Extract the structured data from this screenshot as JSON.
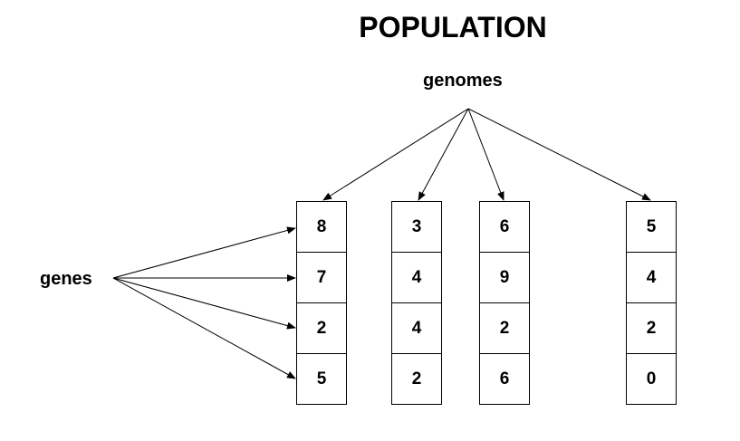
{
  "title": "POPULATION",
  "genomes_label": "genomes",
  "genes_label": "genes",
  "genomes": [
    {
      "genes": [
        "8",
        "7",
        "2",
        "5"
      ]
    },
    {
      "genes": [
        "3",
        "4",
        "4",
        "2"
      ]
    },
    {
      "genes": [
        "6",
        "9",
        "2",
        "6"
      ]
    },
    {
      "genes": [
        "5",
        "4",
        "2",
        "0"
      ]
    }
  ],
  "colors": {
    "stroke": "#000000",
    "background": "#ffffff"
  }
}
